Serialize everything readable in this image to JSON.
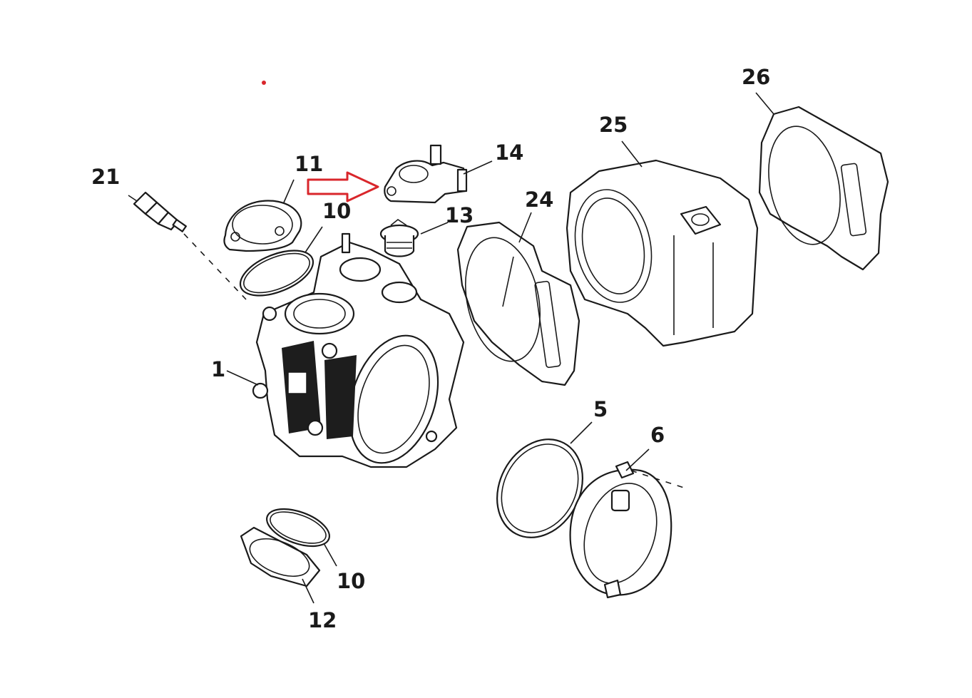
{
  "labels": {
    "p1": "1",
    "p5": "5",
    "p6": "6",
    "p10a": "10",
    "p10b": "10",
    "p11": "11",
    "p12": "12",
    "p13": "13",
    "p14": "14",
    "p21": "21",
    "p24": "24",
    "p25": "25",
    "p26": "26"
  },
  "colors": {
    "line": "#1a1a1a",
    "highlight_arrow": "#d9262b"
  }
}
